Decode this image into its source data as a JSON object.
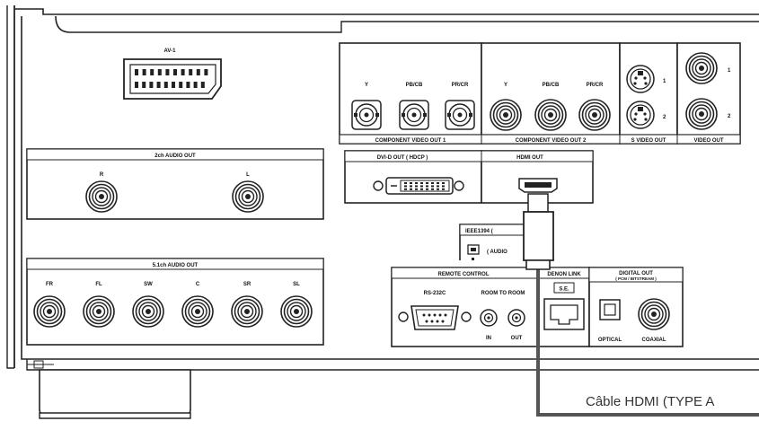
{
  "labels": {
    "av1": "AV-1",
    "comp1": {
      "y": "Y",
      "pb": "PB/CB",
      "pr": "PR/CR",
      "title": "COMPONENT  VIDEO  OUT  1"
    },
    "comp2": {
      "y": "Y",
      "pb": "PB/CB",
      "pr": "PR/CR",
      "title": "COMPONENT  VIDEO  OUT  2"
    },
    "svideo": {
      "title": "S VIDEO OUT",
      "n1": "1",
      "n2": "2"
    },
    "video": {
      "title": "VIDEO OUT",
      "n1": "1",
      "n2": "2"
    },
    "dvi": "DVI-D  OUT ( HDCP )",
    "hdmi": "HDMI  OUT",
    "ch2": {
      "title": "2ch AUDIO OUT",
      "r": "R",
      "l": "L"
    },
    "ch51": {
      "title": "5.1ch AUDIO OUT",
      "channels": [
        "FR",
        "FL",
        "SW",
        "C",
        "SR",
        "SL"
      ]
    },
    "ieee": {
      "title": "IEEE1394 (",
      "audio": "( AUDIO"
    },
    "remote": {
      "title": "REMOTE CONTROL",
      "rs232": "RS-232C",
      "room": "ROOM TO ROOM",
      "in": "IN",
      "out": "OUT"
    },
    "denon": {
      "title": "DENON LINK",
      "se": "S.E."
    },
    "digital": {
      "title": "DIGITAL OUT",
      "sub": "( PCM / BITSTREAM )",
      "optical": "OPTICAL",
      "coaxial": "COAXIAL"
    },
    "cable": "Câble HDMI (TYPE A"
  },
  "colors": {
    "line": "#222222",
    "cable": "#555555",
    "caption": "#333333"
  }
}
